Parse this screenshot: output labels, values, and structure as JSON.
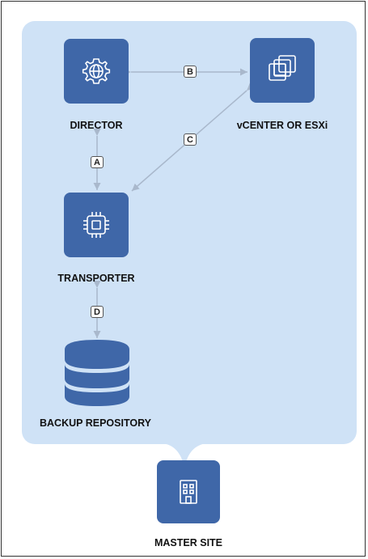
{
  "nodes": {
    "director": {
      "label": "DIRECTOR",
      "icon": "gear-globe-icon"
    },
    "vcenter": {
      "label": "vCENTER OR ESXi",
      "icon": "stacked-windows-icon"
    },
    "transporter": {
      "label": "TRANSPORTER",
      "icon": "cpu-chip-icon"
    },
    "repository": {
      "label": "BACKUP REPOSITORY",
      "icon": "database-icon"
    },
    "master": {
      "label": "MASTER SITE",
      "icon": "building-icon"
    }
  },
  "edges": {
    "a": {
      "label": "A",
      "from": "director",
      "to": "transporter"
    },
    "b": {
      "label": "B",
      "from": "director",
      "to": "vcenter"
    },
    "c": {
      "label": "C",
      "from": "vcenter",
      "to": "transporter"
    },
    "d": {
      "label": "D",
      "from": "transporter",
      "to": "repository"
    }
  },
  "colors": {
    "region": "#cfe2f6",
    "node": "#3f67a8",
    "connector": "#a9b8cc"
  }
}
